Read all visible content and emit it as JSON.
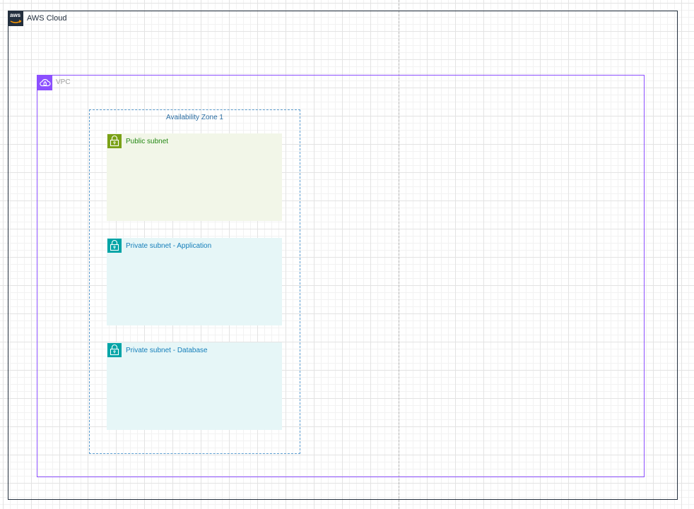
{
  "aws_cloud": {
    "label": "AWS Cloud",
    "logo_text": "aws",
    "icon": "aws-logo-icon",
    "color": "#232f3e"
  },
  "vpc": {
    "label": "VPC",
    "icon": "vpc-cloud-icon",
    "color": "#8c4fff"
  },
  "availability_zone": {
    "label": "Availability Zone 1",
    "color": "#5b9ccf"
  },
  "subnets": [
    {
      "label": "Public subnet",
      "icon": "lock-icon",
      "color": "#7aa116",
      "fill": "#f2f6e8"
    },
    {
      "label": "Private subnet - Application",
      "icon": "lock-icon",
      "color": "#00a4a6",
      "fill": "#e6f6f7"
    },
    {
      "label": "Private subnet - Database",
      "icon": "lock-icon",
      "color": "#00a4a6",
      "fill": "#e6f6f7"
    }
  ]
}
